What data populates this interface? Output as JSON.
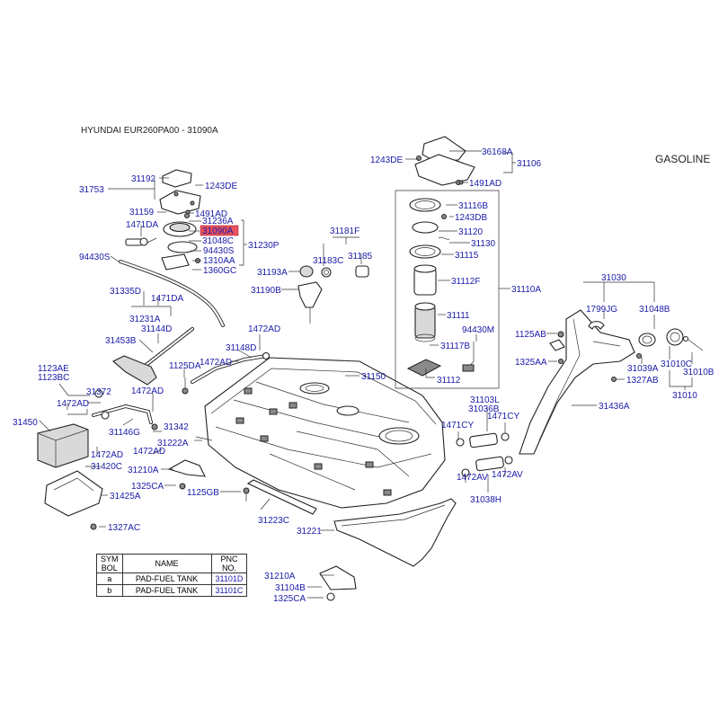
{
  "header": {
    "title": "HYUNDAI EUR260PA00 - 31090A",
    "variant": "GASOLINE"
  },
  "highlight_color": "#e8505b",
  "label_color": "#1a1aa8",
  "labels": {
    "l36168A": "36168A",
    "l1243DE_a": "1243DE",
    "l31106": "31106",
    "l1491AD_a": "1491AD",
    "l31192": "31192",
    "l31753": "31753",
    "l1243DE_b": "1243DE",
    "l31159": "31159",
    "l1491AD_b": "1491AD",
    "l31236A": "31236A",
    "l1471DA_a": "1471DA",
    "l31090A": "31090A",
    "l31048C": "31048C",
    "l31230P": "31230P",
    "l94430S_a": "94430S",
    "l94430S_b": "94430S",
    "l1310AA": "1310AA",
    "l1360GC": "1360GC",
    "l31335D": "31335D",
    "l1471DA_b": "1471DA",
    "l31231A": "31231A",
    "l31144D": "31144D",
    "l31453B": "31453B",
    "l31181F": "31181F",
    "l31183C": "31183C",
    "l31185": "31185",
    "l31193A": "31193A",
    "l31190B": "31190B",
    "l31116B": "31116B",
    "l1243DB": "1243DB",
    "l31120": "31120",
    "l31130": "31130",
    "l31115": "31115",
    "l31112F": "31112F",
    "l31110A": "31110A",
    "l31111": "31111",
    "l94430M": "94430M",
    "l31117B": "31117B",
    "l31112": "31112",
    "l31030": "31030",
    "l1799JG": "1799JG",
    "l31048B": "31048B",
    "l1125AB": "1125AB",
    "l1325AA": "1325AA",
    "l31039A": "31039A",
    "l31010C": "31010C",
    "l31010B": "31010B",
    "l1327AB": "1327AB",
    "l31010": "31010",
    "l31436A": "31436A",
    "l1472AD_a": "1472AD",
    "l31148D": "31148D",
    "l1472AD_b": "1472AD",
    "l1125DA": "1125DA",
    "l31150": "31150",
    "l1123AE": "1123AE",
    "l1123BC": "1123BC",
    "l31372": "31372",
    "l1472AD_c": "1472AD",
    "l1472AD_d": "1472AD",
    "l31450": "31450",
    "l31146G": "31146G",
    "l31342": "31342",
    "l31222A": "31222A",
    "l1472AD_e": "1472AD",
    "l1472AD_f": "1472AD",
    "l31420C": "31420C",
    "l31210A_a": "31210A",
    "l1325CA_a": "1325CA",
    "l1125GB": "1125GB",
    "l31425A": "31425A",
    "l31223C": "31223C",
    "l31221": "31221",
    "l1327AC": "1327AC",
    "l31103L": "31103L",
    "l31036B": "31036B",
    "l1471CY_a": "1471CY",
    "l1471CY_b": "1471CY",
    "l1472AV_a": "1472AV",
    "l1472AV_b": "1472AV",
    "l31038H": "31038H",
    "l31210A_b": "31210A",
    "l31104B": "31104B",
    "l1325CA_b": "1325CA"
  },
  "legend_table": {
    "headers": {
      "sym_line1": "SYM",
      "sym_line2": "BOL",
      "name": "NAME",
      "pnc_line1": "PNC",
      "pnc_line2": "NO."
    },
    "rows": [
      {
        "symbol": "a",
        "name": "PAD-FUEL TANK",
        "pnc": "31101D"
      },
      {
        "symbol": "b",
        "name": "PAD-FUEL TANK",
        "pnc": "31101C"
      }
    ]
  }
}
